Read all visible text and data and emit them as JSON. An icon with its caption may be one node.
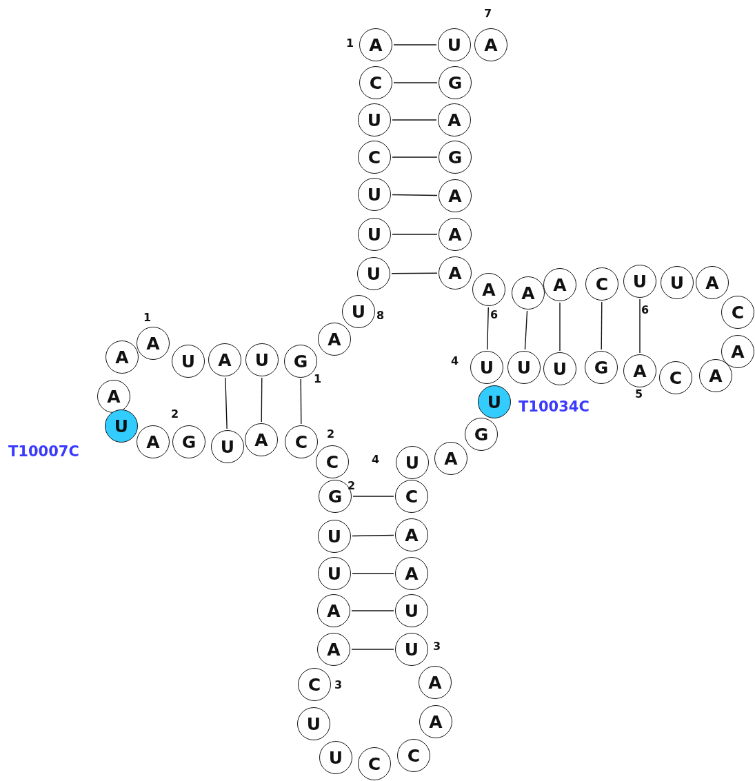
{
  "diagram": {
    "nodes": [
      {
        "text": [
          "A"
        ]
      },
      {
        "text": [
          "C"
        ]
      },
      {
        "text": [
          "U"
        ]
      },
      {
        "text": [
          "C"
        ]
      },
      {
        "text": [
          "U"
        ]
      },
      {
        "text": [
          "U"
        ]
      },
      {
        "text": [
          "U"
        ]
      },
      {
        "text": [
          "U"
        ]
      },
      {
        "text": [
          "A"
        ]
      },
      {
        "text": [
          "G"
        ]
      },
      {
        "text": [
          "U"
        ]
      },
      {
        "text": [
          "A"
        ]
      },
      {
        "text": [
          "U"
        ]
      },
      {
        "text": [
          "A"
        ]
      },
      {
        "text": [
          "A"
        ]
      },
      {
        "text": [
          "A"
        ]
      },
      {
        "text": [
          "U"
        ],
        "beside": [
          "T10007C"
        ]
      },
      {
        "text": [
          "A"
        ]
      },
      {
        "text": [
          "G"
        ]
      },
      {
        "text": [
          "U"
        ]
      },
      {
        "text": [
          "A"
        ]
      },
      {
        "text": [
          "C"
        ]
      },
      {
        "text": [
          "C"
        ]
      },
      {
        "text": [
          "G"
        ]
      },
      {
        "text": [
          "U"
        ]
      },
      {
        "text": [
          "U"
        ]
      },
      {
        "text": [
          "A"
        ]
      },
      {
        "text": [
          "A"
        ]
      },
      {
        "text": [
          "C"
        ]
      },
      {
        "text": [
          "U"
        ]
      },
      {
        "text": [
          "U"
        ]
      },
      {
        "text": [
          "C"
        ]
      },
      {
        "text": [
          "C"
        ]
      },
      {
        "text": [
          "A"
        ]
      },
      {
        "text": [
          "A"
        ]
      },
      {
        "text": [
          "U"
        ]
      },
      {
        "text": [
          "U"
        ]
      },
      {
        "text": [
          "A"
        ]
      },
      {
        "text": [
          "A"
        ]
      },
      {
        "text": [
          "C"
        ]
      },
      {
        "text": [
          "U"
        ]
      },
      {
        "text": [
          "A"
        ]
      },
      {
        "text": [
          "G"
        ]
      },
      {
        "text": [
          "U"
        ],
        "beside": [
          "T10034C"
        ]
      },
      {
        "text": [
          "U"
        ]
      },
      {
        "text": [
          "U"
        ]
      },
      {
        "text": [
          "U"
        ]
      },
      {
        "text": [
          "G"
        ]
      },
      {
        "text": [
          "A"
        ]
      },
      {
        "text": [
          "C"
        ]
      },
      {
        "text": [
          "A"
        ]
      },
      {
        "text": [
          "A"
        ]
      },
      {
        "text": [
          "C"
        ]
      },
      {
        "text": [
          "A"
        ]
      },
      {
        "text": [
          "U"
        ]
      },
      {
        "text": [
          "U"
        ]
      },
      {
        "text": [
          "C"
        ]
      },
      {
        "text": [
          "A"
        ]
      },
      {
        "text": [
          "A"
        ]
      },
      {
        "text": [
          "A"
        ]
      },
      {
        "text": [
          "A"
        ]
      },
      {
        "text": [
          "A"
        ]
      },
      {
        "text": [
          "A"
        ]
      },
      {
        "text": [
          "G"
        ]
      },
      {
        "text": [
          "A"
        ]
      },
      {
        "text": [
          "G"
        ]
      },
      {
        "text": [
          "U"
        ]
      },
      {
        "text": [
          "A"
        ]
      }
    ],
    "edges": [
      {
        "from": 0,
        "to": 66,
        "arrow": "none"
      },
      {
        "from": 1,
        "to": 65,
        "arrow": "none"
      },
      {
        "from": 2,
        "to": 64,
        "arrow": "none"
      },
      {
        "from": 3,
        "to": 63,
        "arrow": "none"
      },
      {
        "from": 4,
        "to": 62,
        "arrow": "none"
      },
      {
        "from": 5,
        "to": 61,
        "arrow": "none"
      },
      {
        "from": 6,
        "to": 60,
        "arrow": "none"
      },
      {
        "from": 11,
        "to": 19,
        "arrow": "none"
      },
      {
        "from": 10,
        "to": 20,
        "arrow": "none"
      },
      {
        "from": 9,
        "to": 21,
        "arrow": "none"
      },
      {
        "from": 23,
        "to": 39,
        "arrow": "none"
      },
      {
        "from": 24,
        "to": 38,
        "arrow": "none"
      },
      {
        "from": 25,
        "to": 37,
        "arrow": "none"
      },
      {
        "from": 26,
        "to": 36,
        "arrow": "none"
      },
      {
        "from": 27,
        "to": 35,
        "arrow": "none"
      },
      {
        "from": 59,
        "to": 44,
        "arrow": "none"
      },
      {
        "from": 58,
        "to": 45,
        "arrow": "none"
      },
      {
        "from": 57,
        "to": 46,
        "arrow": "none"
      },
      {
        "from": 56,
        "to": 47,
        "arrow": "none"
      },
      {
        "from": 55,
        "to": 48,
        "arrow": "none"
      }
    ],
    "labels": [
      "7",
      "1",
      "6",
      "8",
      "6",
      "1",
      "4",
      "1",
      "5",
      "2",
      "2",
      "4",
      "2",
      "3",
      "3"
    ]
  }
}
